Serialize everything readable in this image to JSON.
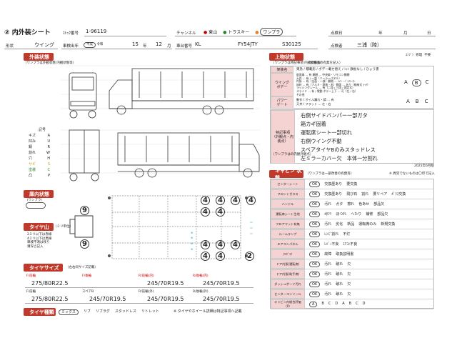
{
  "header": {
    "title": "② 内外装シート",
    "stock_label": "ｽﾄｯｸ番号",
    "stock_no": "1-96119",
    "channel_label": "チャンネル",
    "channels": [
      "東山",
      "トラスキー",
      "ワンプラ"
    ],
    "date_label": "点検日",
    "date_year": "年",
    "date_month": "月",
    "date_day": "日",
    "shape_label": "形状",
    "shape": "ウイング",
    "reg_label": "車検出年",
    "era_options": [
      "平成",
      "令和"
    ],
    "reg_year": "15",
    "year_unit": "年",
    "reg_month": "12",
    "month_unit": "月",
    "model_label": "車台番号",
    "model_prefix": "KL",
    "model_code": "FY54JTY",
    "model_no": "S30125",
    "inspector_label": "点検者",
    "inspector": "三浦（陸）"
  },
  "exterior": {
    "title": "外装状態",
    "note": "（ワンプラは外観状態 内観状態等）",
    "legend_title": "記号",
    "legend": [
      {
        "name": "キズ",
        "code": "A"
      },
      {
        "name": "凹み",
        "code": "U"
      },
      {
        "name": "錆",
        "code": "R"
      },
      {
        "name": "割れ",
        "code": "W"
      },
      {
        "name": "穴",
        "code": "H"
      },
      {
        "name": "サビ",
        "code": "S"
      },
      {
        "name": "塗装",
        "code": "C"
      },
      {
        "name": "凸",
        "code": "P"
      }
    ]
  },
  "interior": {
    "title": "庫内状態",
    "note": "（ワンプラ）",
    "tire_depth_title": "タイヤ山",
    "tire_depth_unit": "（ミリ単位）",
    "tire_depth_note": "2ミリ以下は赤線\n4ミリ以下は黒線\n車検不適は残り\n溝深さ記入",
    "tire_depth_marks": [
      "9",
      "9",
      "4",
      "4",
      "4",
      "4",
      "4",
      "4",
      "4",
      "4",
      "4",
      "4",
      "4",
      "2"
    ]
  },
  "tire_size": {
    "title": "タイヤサイズ",
    "note": "（左右同サイズ記載）",
    "cols": [
      "F/前輪",
      "F/後輪",
      "R/前輪(内)",
      "R/後輪(内)"
    ],
    "row1": [
      "275/80R22.5",
      "",
      "245/70R19.5",
      "245/70R19.5"
    ],
    "cols2": [
      "F/前輪",
      "スペアB",
      "R/前輪(外)",
      "R/後輪(外)"
    ],
    "row2": [
      "275/80R22.5",
      "245/70R19.5",
      "245/70R19.5",
      "245/70R19.5"
    ],
    "type_title": "タイヤ種類",
    "types": [
      "ミックス",
      "リブ",
      "リブラグ",
      "スタッドレス",
      "リトレット"
    ],
    "type_note": "※ タイヤやホイール詳細は特記事項へ記載"
  },
  "top_status": {
    "title": "上物状態",
    "note": "（ワンプラは特記事項 内観状態等）",
    "sub_note": "（装備品の有無を記入）",
    "grade_labels": [
      "ｴﾝｼﾞﾝ",
      "修理",
      "不要"
    ],
    "rows": [
      {
        "label": "架装名",
        "content": "東急 / 積載形 / ボデー載せ替え / ｼｬｼ 鉄板なし / ひょう害"
      },
      {
        "label": "ウイング\nボデー",
        "content_lines": [
          "前面扉 … 有 開閉 … 中央扉・リモコン開閉",
          "天井 … 有 / 一部（ソーラーパネル）",
          "内張 … 有（全面・一部）開閉 … ﾗｲﾄ・ﾍﾞﾝﾁﾚｰﾀｰ",
          "床材 … 有（アルミ・鉄板・木）側面 … あり（格納式 ﾗｯﾁ）",
          "ラッシングレール … 有（二段 / 三段 / 固定式）",
          "スライド … 有 / 電動 ボデー上下 … 可（左 / 右）",
          "その他"
        ],
        "grades": [
          "A",
          "B",
          "C"
        ]
      },
      {
        "label": "パワー\nゲート",
        "content_lines": [
          "動作 / オイル漏れ・錆 … 有",
          "天井 / フラット … 左・右"
        ],
        "grades": [
          "A",
          "B",
          "C"
        ]
      }
    ]
  },
  "remarks": {
    "title": "特記事項\n（外観点・内装点）",
    "note": "（ワンプラはの内観外観点）",
    "lines": [
      "右側サイドバンパー一部ガタ",
      "箱カギ固着",
      "運転席シート一部切れ",
      "右側ウイング不動",
      "スペアタイヤBのみスタッドレス",
      "左ミラーカバー欠　本体一分割れ"
    ],
    "footer_code": "2025年6月版"
  },
  "cabin": {
    "title": "キャビン 状態",
    "note": "（ワンプラは一部改善の有無等）",
    "legend": "※ 異常でないものは〇印で記入",
    "rows": [
      {
        "label": "センターシート",
        "opts": [
          "OK",
          "交換歴あり",
          "要交換"
        ]
      },
      {
        "label": "フロントガラス",
        "opts": [
          "OK",
          "交換歴あり",
          "飛び石",
          "割れ",
          "要リペア",
          "ｶﾞﾗｽ交換"
        ]
      },
      {
        "label": "ハンドル",
        "opts": [
          "OK",
          "汚れ",
          "ガタ",
          "擦れ",
          "色あせ",
          "部品欠"
        ]
      },
      {
        "label": "運転席シート生地",
        "opts": [
          "OK",
          "ｶﾀﾏﾘ",
          "ほつれ",
          "へたり",
          "補修",
          "部品欠"
        ]
      },
      {
        "label": "フロアマット有無",
        "opts": [
          "OK",
          "汚れ",
          "劣化",
          "新品",
          "運転席のみ",
          "新規交換"
        ]
      },
      {
        "label": "ルームランプ",
        "opts": [
          "OK",
          "ﾚﾝｽﾞ割れ",
          "不灯"
        ]
      },
      {
        "label": "エアコンパネル",
        "opts": [
          "OK",
          "ﾚﾊﾞｰ不良",
          "ｴｱｺﾝ不良"
        ]
      },
      {
        "label": "ﾀｺｸﾞﾗﾌ",
        "opts": [
          "OK",
          "故障",
          "取扱説明書"
        ]
      },
      {
        "label": "ドア内張(運転席)",
        "opts": [
          "OK",
          "汚れ",
          "破れ",
          "欠"
        ]
      },
      {
        "label": "ドア内張(助手席)",
        "opts": [
          "OK",
          "汚れ",
          "破れ",
          "欠"
        ]
      },
      {
        "label": "ダッシュボード汚れ",
        "opts": [
          "OK",
          "汚れ",
          "破れ",
          "欠"
        ]
      },
      {
        "label": "センターコンソール",
        "opts": [
          "OK",
          "汚れ",
          "破れ",
          "欠"
        ]
      },
      {
        "label": "キャビン内総合評価（P）",
        "opts": [
          "A",
          "B",
          "C",
          "D",
          "A",
          "B",
          "C",
          "D"
        ]
      }
    ]
  }
}
